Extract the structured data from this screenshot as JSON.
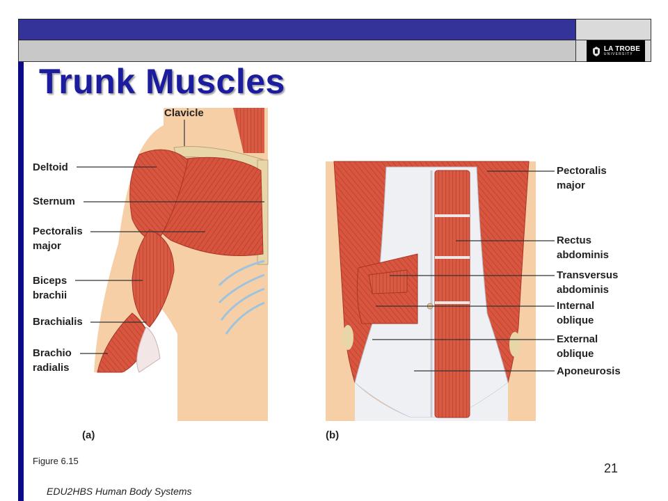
{
  "slide": {
    "title": "Trunk Muscles",
    "caption": "Figure 6.15",
    "page_number": "21",
    "footer": "EDU2HBS Human Body Systems"
  },
  "logo": {
    "name": "LA TROBE",
    "sub": "UNIVERSITY"
  },
  "diagram": {
    "panel_a": {
      "tag": "(a)",
      "labels": [
        "Clavicle",
        "Deltoid",
        "Sternum",
        "Pectoralis",
        "major",
        "Biceps",
        "brachii",
        "Brachialis",
        "Brachio",
        "radialis"
      ]
    },
    "panel_b": {
      "tag": "(b)",
      "labels": [
        "Pectoralis",
        "major",
        "Rectus",
        "abdominis",
        "Transversus",
        "abdominis",
        "Internal",
        "oblique",
        "External",
        "oblique",
        "Aponeurosis"
      ]
    }
  },
  "colors": {
    "header_bar": "#333399",
    "title": "#1c1c9e",
    "muscle": "#d9553f",
    "skin": "#f7cfa6",
    "bone": "#e8d6a8"
  }
}
